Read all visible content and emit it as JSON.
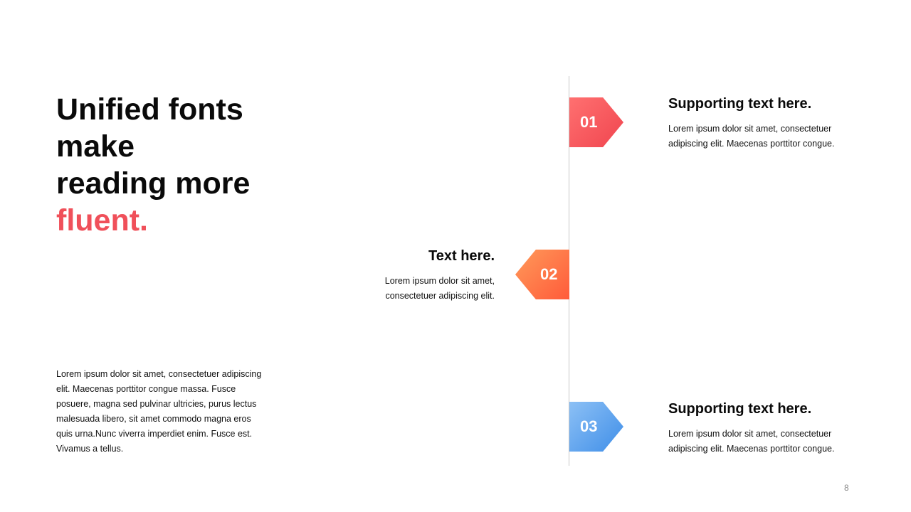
{
  "title": {
    "line1_a": "Unified ",
    "line1_b": "fonts",
    "line2": "make",
    "line3": "reading more",
    "line4": "fluent."
  },
  "body_text": "Lorem ipsum dolor sit amet, consectetuer adipiscing elit. Maecenas porttitor congue massa. Fusce posuere, magna sed pulvinar ultricies, purus lectus malesuada libero, sit amet commodo magna eros quis urna.Nunc viverra imperdiet enim. Fusce est. Vivamus a tellus.",
  "items": [
    {
      "number": "01",
      "heading": "Supporting text here.",
      "text": "Lorem ipsum dolor sit amet, consectetuer adipiscing elit. Maecenas porttitor congue.",
      "color": "#f0505a"
    },
    {
      "number": "02",
      "heading": "Text here.",
      "text": "Lorem ipsum dolor sit amet, consectetuer adipiscing elit.",
      "color": "#ff6a42"
    },
    {
      "number": "03",
      "heading": "Supporting text here.",
      "text": "Lorem ipsum dolor sit amet, consectetuer adipiscing elit. Maecenas porttitor congue.",
      "color": "#4a95e8"
    }
  ],
  "page_number": "8",
  "colors": {
    "accent": "#f0505a",
    "divider": "#c8c8c8"
  }
}
